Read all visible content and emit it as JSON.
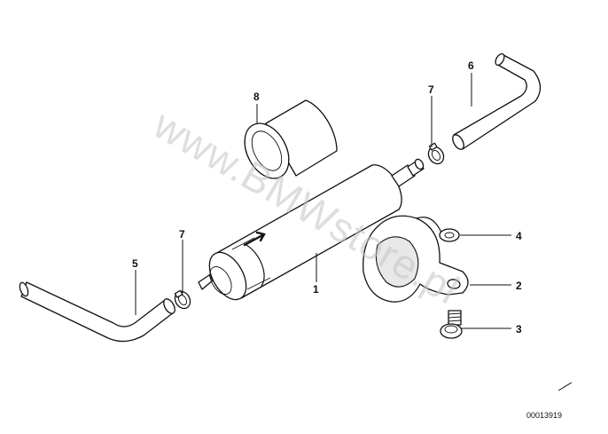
{
  "diagram": {
    "watermark": "www.BMWstore.pl",
    "document_id": "00013919",
    "callouts": [
      {
        "id": "callout-1",
        "label": "1"
      },
      {
        "id": "callout-2",
        "label": "2"
      },
      {
        "id": "callout-3",
        "label": "3"
      },
      {
        "id": "callout-4",
        "label": "4"
      },
      {
        "id": "callout-5",
        "label": "5"
      },
      {
        "id": "callout-6",
        "label": "6"
      },
      {
        "id": "callout-7a",
        "label": "7"
      },
      {
        "id": "callout-7b",
        "label": "7"
      },
      {
        "id": "callout-8",
        "label": "8"
      }
    ]
  }
}
